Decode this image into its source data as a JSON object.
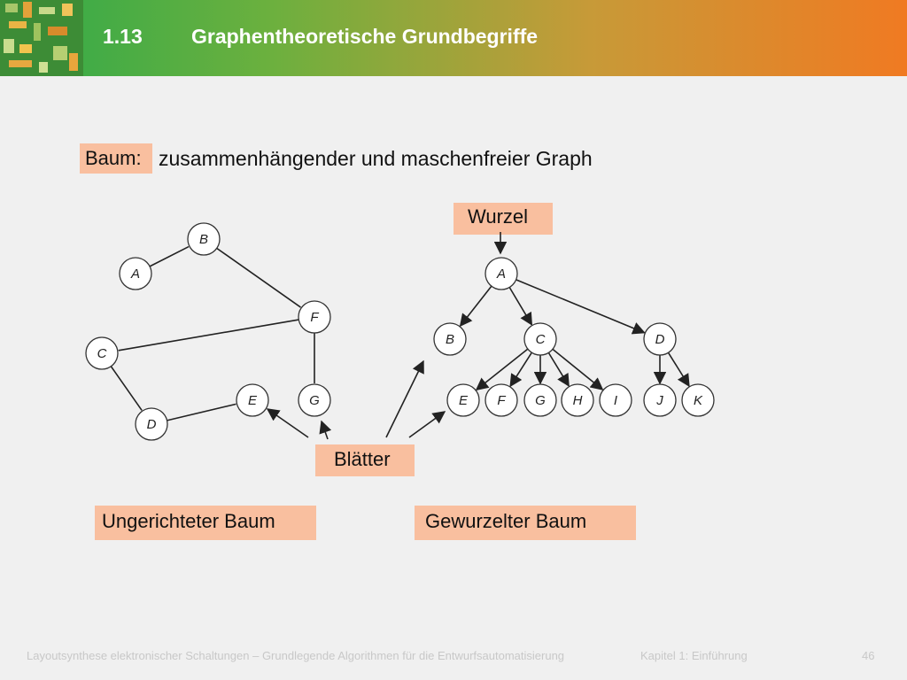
{
  "header": {
    "number": "1.13",
    "title": "Graphentheoretische Grundbegriffe"
  },
  "definition": {
    "term": "Baum:",
    "text": "zusammenhängender und maschenfreier Graph"
  },
  "labels": {
    "wurzel": "Wurzel",
    "blaetter": "Blätter",
    "ungerichtet": "Ungerichteter Baum",
    "gewurzelt": "Gewurzelter Baum"
  },
  "undirected_tree": {
    "nodes": [
      "A",
      "B",
      "C",
      "D",
      "E",
      "F",
      "G"
    ],
    "edges": [
      [
        "A",
        "B"
      ],
      [
        "B",
        "F"
      ],
      [
        "F",
        "C"
      ],
      [
        "C",
        "D"
      ],
      [
        "D",
        "E"
      ],
      [
        "F",
        "G"
      ]
    ]
  },
  "rooted_tree": {
    "nodes": [
      "A",
      "B",
      "C",
      "D",
      "E",
      "F",
      "G",
      "H",
      "I",
      "J",
      "K"
    ],
    "edges": [
      [
        "A",
        "B"
      ],
      [
        "A",
        "C"
      ],
      [
        "A",
        "D"
      ],
      [
        "C",
        "E"
      ],
      [
        "C",
        "F"
      ],
      [
        "C",
        "G"
      ],
      [
        "C",
        "H"
      ],
      [
        "C",
        "I"
      ],
      [
        "D",
        "J"
      ],
      [
        "D",
        "K"
      ]
    ]
  },
  "footer": {
    "course": "Layoutsynthese elektronischer Schaltungen – Grundlegende Algorithmen für die Entwurfsautomatisierung",
    "chapter": "Kapitel 1: Einführung",
    "page": "46"
  },
  "colors": {
    "label_fill": "#f9bf9f",
    "header_start": "#2eaa4a",
    "header_end": "#f07a22"
  }
}
